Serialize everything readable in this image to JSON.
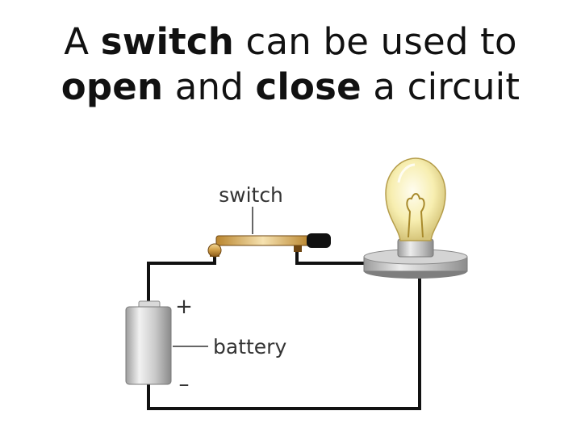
{
  "slide": {
    "title_line1": {
      "pre": "A ",
      "bold": "switch",
      "post": " can be used to"
    },
    "title_line2": {
      "bold1": "open",
      "mid": " and ",
      "bold2": "close",
      "post": " a circuit"
    }
  },
  "diagram": {
    "labels": {
      "switch": "switch",
      "battery": "battery",
      "plus": "+",
      "minus": "–"
    },
    "colors": {
      "wire": "#111111",
      "switch_brass": "#c8962e",
      "bulb_glass": "#f7eeb0",
      "battery_body": "#c9c9c9",
      "base_grey": "#a9a9a9"
    }
  }
}
